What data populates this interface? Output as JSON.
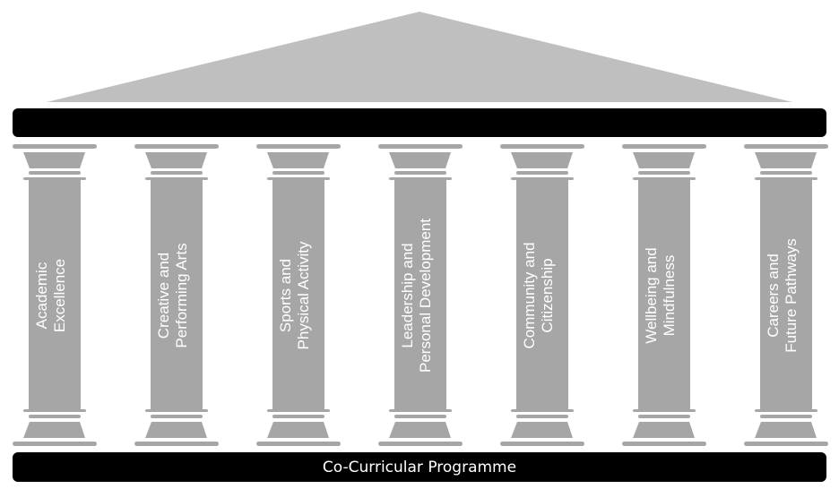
{
  "foundation_label": "Co-Curricular Programme",
  "pillars": [
    {
      "lines": [
        "Academic",
        "Excellence"
      ]
    },
    {
      "lines": [
        "Creative and",
        "Performing Arts"
      ]
    },
    {
      "lines": [
        "Sports and",
        "Physical Activity"
      ]
    },
    {
      "lines": [
        "Leadership and",
        "Personal Development"
      ]
    },
    {
      "lines": [
        "Community and",
        "Citizenship"
      ]
    },
    {
      "lines": [
        "Wellbeing and",
        "Mindfulness"
      ]
    },
    {
      "lines": [
        "Careers and",
        "Future Pathways"
      ]
    }
  ],
  "colors": {
    "pillar": "#a6a6a6",
    "roof": "#bfbfbf",
    "beam": "#000000"
  }
}
